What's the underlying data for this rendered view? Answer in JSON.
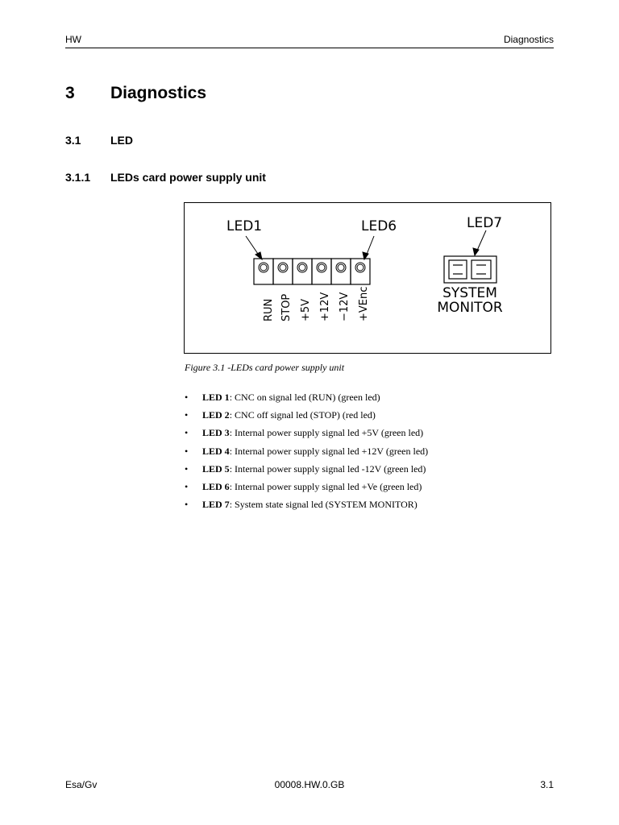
{
  "header": {
    "left": "HW",
    "right": "Diagnostics"
  },
  "chapter": {
    "number": "3",
    "title": "Diagnostics"
  },
  "section": {
    "number": "3.1",
    "title": "LED"
  },
  "subsection": {
    "number": "3.1.1",
    "title": "LEDs card power supply unit"
  },
  "figure": {
    "labels": {
      "led1": "LED1",
      "led6": "LED6",
      "led7": "LED7"
    },
    "signals": [
      "RUN",
      "STOP",
      "+5V",
      "+12V",
      "−12V",
      "+VEnc"
    ],
    "monitor_lines": [
      "SYSTEM",
      "MONITOR"
    ],
    "caption": "Figure 3.1 -LEDs card power supply unit"
  },
  "leds": [
    {
      "name": "LED 1",
      "desc": ": CNC on signal led (RUN) (green led)"
    },
    {
      "name": "LED 2",
      "desc": ": CNC off signal led (STOP) (red led)"
    },
    {
      "name": "LED 3",
      "desc": ": Internal power supply signal led +5V (green led)"
    },
    {
      "name": "LED 4",
      "desc": ": Internal power supply signal led +12V (green led)"
    },
    {
      "name": "LED 5",
      "desc": ": Internal power supply signal led -12V (green led)"
    },
    {
      "name": "LED 6",
      "desc": ": Internal power supply signal led +Ve (green led)"
    },
    {
      "name": "LED 7",
      "desc": ": System state signal led (SYSTEM MONITOR)"
    }
  ],
  "bullet": "•",
  "footer": {
    "left": "Esa/Gv",
    "center": "00008.HW.0.GB",
    "right": "3.1"
  }
}
